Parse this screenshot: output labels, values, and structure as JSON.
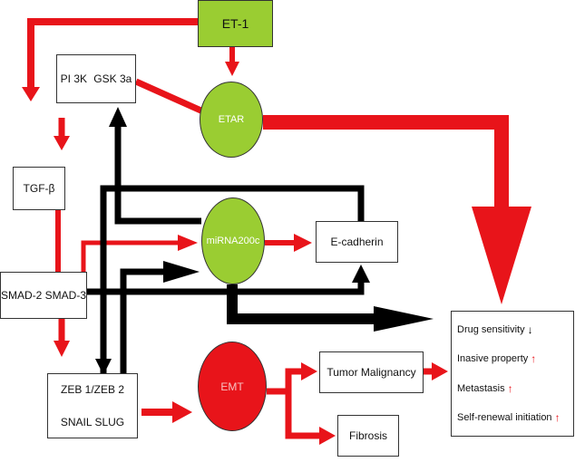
{
  "nodes": {
    "et1": "ET-1",
    "pi3k": "PI 3K",
    "gsk3a": "GSK 3a",
    "etar": "ETAR",
    "tgfb": "TGF-β",
    "mirna": "miRNA200c",
    "ecadherin": "E-cadherin",
    "smad": "SMAD-2 SMAD-3",
    "zeb": "ZEB 1/ZEB 2",
    "snail": "SNAIL SLUG",
    "emt": "EMT",
    "tumor": "Tumor Malignancy",
    "fibrosis": "Fibrosis"
  },
  "outcomes": [
    {
      "label": "Drug sensitivity",
      "arrow": "↓",
      "dir": "down"
    },
    {
      "label": "Inasive property",
      "arrow": "↑",
      "dir": "up"
    },
    {
      "label": "Metastasis",
      "arrow": "↑",
      "dir": "up"
    },
    {
      "label": "Self-renewal initiation",
      "arrow": "↑",
      "dir": "up"
    }
  ],
  "colors": {
    "activation": "#e8141a",
    "regulation": "#000000",
    "node_green": "#9acd32",
    "node_red": "#e8141a"
  }
}
